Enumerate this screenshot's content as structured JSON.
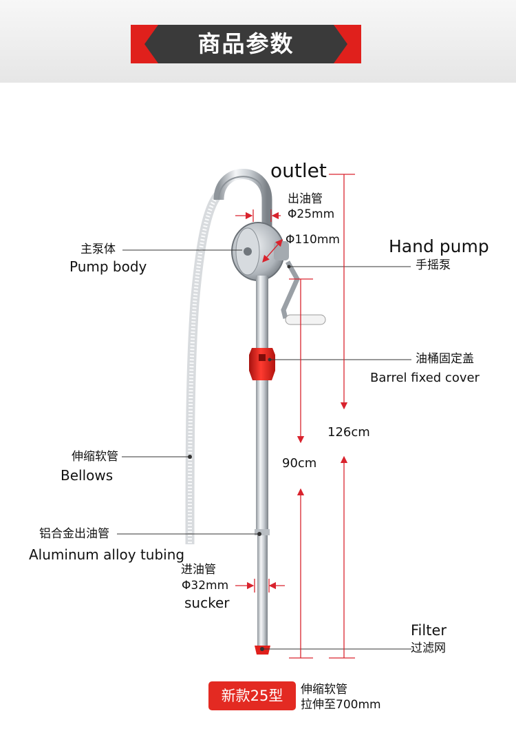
{
  "header": {
    "title": "商品参数",
    "banner_color": "#e0201c",
    "banner_dark": "#3a3a3a"
  },
  "labels": {
    "outlet": "outlet",
    "outlet_cn": "出油管",
    "outlet_dia": "Φ25mm",
    "pump_dia": "Φ110mm",
    "hand_pump": "Hand pump",
    "hand_pump_cn": "手摇泵",
    "pump_body_cn": "主泵体",
    "pump_body": "Pump body",
    "barrel_cover_cn": "油桶固定盖",
    "barrel_cover": "Barrel fixed cover",
    "height_total": "126cm",
    "height_tube": "90cm",
    "bellows_cn": "伸缩软管",
    "bellows": "Bellows",
    "tubing_cn": "铝合金出油管",
    "tubing": "Aluminum alloy tubing",
    "sucker_cn": "进油管",
    "sucker_dia": "Φ32mm",
    "sucker": "sucker",
    "filter": "Filter",
    "filter_cn": "过滤网"
  },
  "footer": {
    "badge": "新款25型",
    "note_line1": "伸缩软管",
    "note_line2": "拉伸至700mm",
    "badge_color": "#e32a22"
  },
  "colors": {
    "dimension_line": "#d9232d",
    "callout_line": "#333333",
    "cap": "#e0201c"
  }
}
